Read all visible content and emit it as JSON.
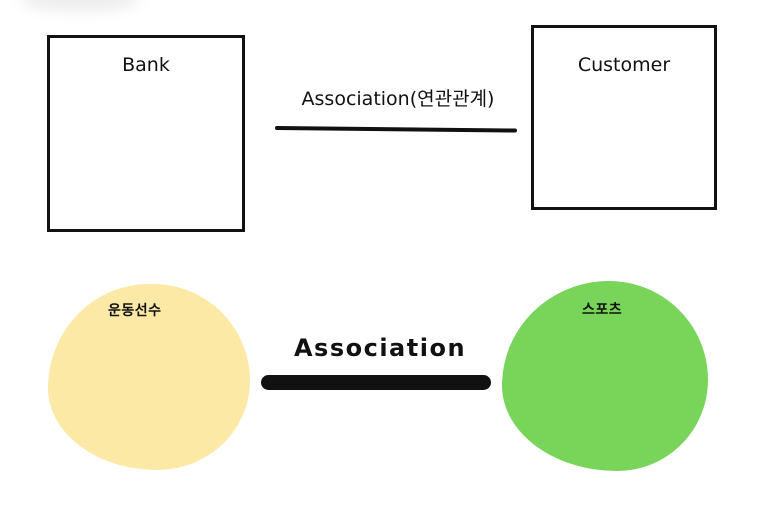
{
  "top_diagram": {
    "left_class": "Bank",
    "right_class": "Customer",
    "relation_label": "Association(연관관계)"
  },
  "bottom_diagram": {
    "left_entity": "운동선수",
    "right_entity": "스포츠",
    "relation_label": "Association",
    "left_color": "#fde9a6",
    "right_color": "#78d55a"
  }
}
